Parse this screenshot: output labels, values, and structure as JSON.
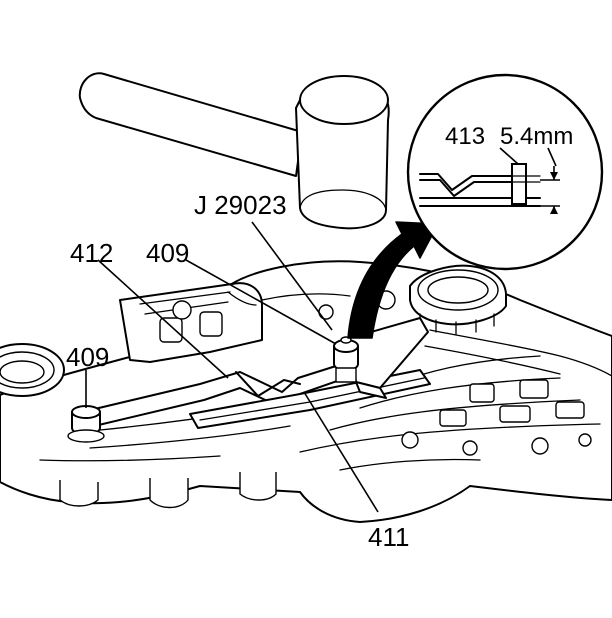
{
  "callouts": {
    "tool": "J 29023",
    "spring_left": "409",
    "spring_right": "409",
    "plate": "412",
    "bracket": "411"
  },
  "inset": {
    "part": "413",
    "measurement": "5.4mm"
  }
}
